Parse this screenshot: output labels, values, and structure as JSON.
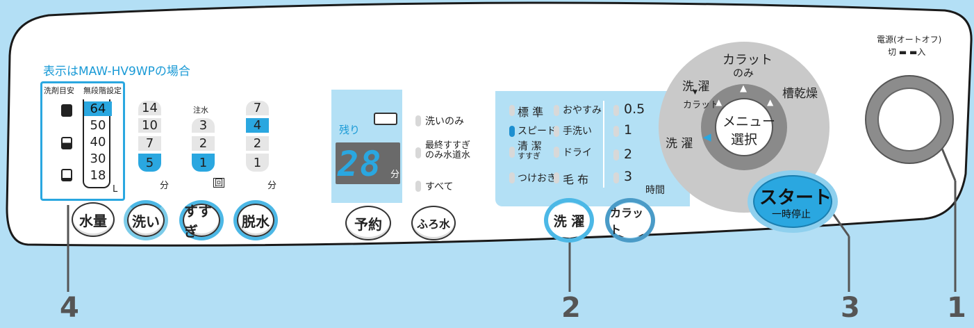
{
  "power": {
    "title": "電源(オートオフ)",
    "off_label": "切",
    "on_label": "入"
  },
  "display_note": "表示はMAW-HV9WPの場合",
  "water": {
    "col1_header": "洗剤目安",
    "col2_header": "無段階設定",
    "levels": [
      "64",
      "50",
      "40",
      "30",
      "18"
    ],
    "selected": "64",
    "unit": "L",
    "button_label": "水量"
  },
  "wash": {
    "values": [
      "14",
      "10",
      "7",
      "5"
    ],
    "selected": "5",
    "unit": "分",
    "button_label": "洗い"
  },
  "rinse": {
    "header": "注水",
    "values": [
      "3",
      "2",
      "1"
    ],
    "selected": "1",
    "unit": "回",
    "button_label": "すすぎ"
  },
  "spin": {
    "values": [
      "7",
      "4",
      "2",
      "1"
    ],
    "selected": "4",
    "unit": "分",
    "button_label": "脱水"
  },
  "timer": {
    "remaining_label": "残り",
    "display_value": "28",
    "unit": "分",
    "button_label": "予約"
  },
  "bath": {
    "options": [
      "洗いのみ",
      "最終すすぎ",
      "のみ水道水",
      "すべて"
    ],
    "button_label": "ふろ水"
  },
  "course": {
    "left": [
      "標 準",
      "スピード",
      "清 潔",
      "すすぎ",
      "つけおき"
    ],
    "right": [
      "おやすみ",
      "手洗い",
      "ドライ",
      "毛 布"
    ],
    "selected": "スピード",
    "button_label": "洗 濯"
  },
  "dry_time": {
    "values": [
      "0.5",
      "1",
      "2",
      "3"
    ],
    "unit": "時間",
    "button_label": "カラット"
  },
  "menu_dial": {
    "top": "カラット",
    "top2": "のみ",
    "upper_left": "洗 濯",
    "upper_left2": "カラット",
    "right": "槽乾燥",
    "left": "洗 濯",
    "center1": "メニュー",
    "center2": "選択"
  },
  "start": {
    "label": "スタート",
    "sub_label": "一時停止"
  },
  "callouts": [
    "4",
    "2",
    "3",
    "1"
  ],
  "colors": {
    "accent": "#2aa7e0",
    "background": "#b3dff5",
    "panel": "#ffffff",
    "subpanel": "#b3e0f5"
  }
}
